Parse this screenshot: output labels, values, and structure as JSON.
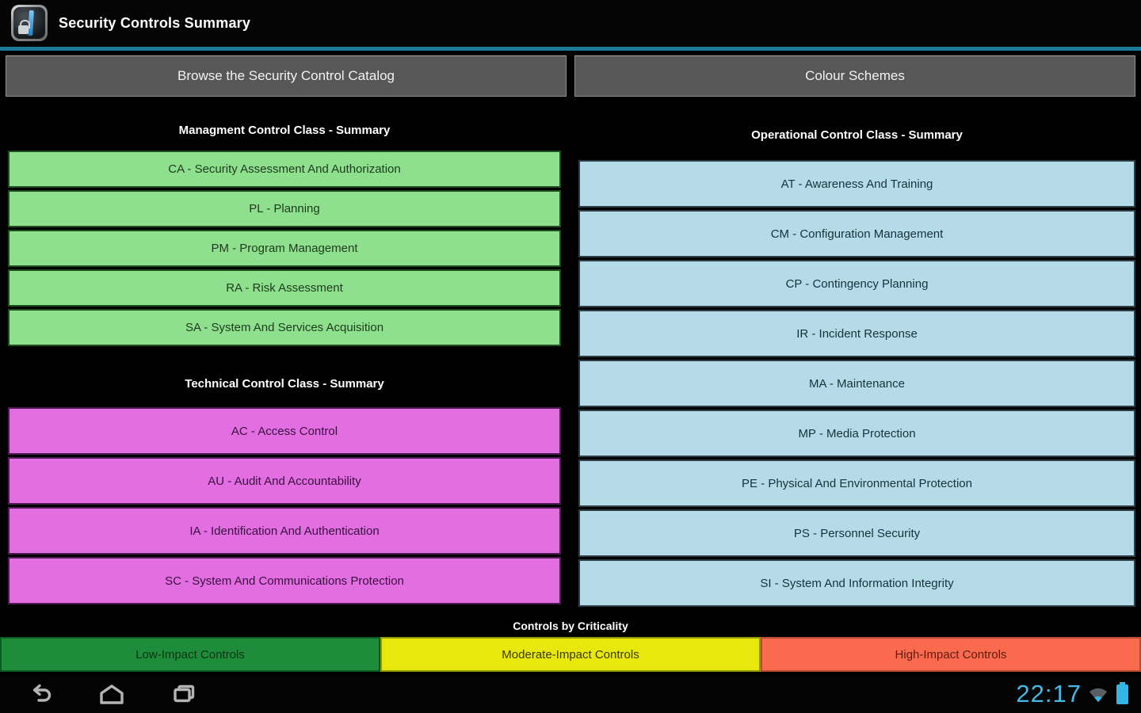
{
  "app": {
    "title": "Security Controls Summary"
  },
  "toolbar": {
    "browse_label": "Browse the Security Control Catalog",
    "colour_label": "Colour Schemes"
  },
  "sections": {
    "management": {
      "title": "Managment Control Class - Summary",
      "items": [
        "CA - Security Assessment And Authorization",
        "PL - Planning",
        "PM - Program Management",
        "RA - Risk Assessment",
        "SA - System And Services Acquisition"
      ]
    },
    "technical": {
      "title": "Technical Control Class - Summary",
      "items": [
        "AC - Access Control",
        "AU - Audit And Accountability",
        "IA - Identification And Authentication",
        "SC - System And Communications Protection"
      ]
    },
    "operational": {
      "title": "Operational Control Class - Summary",
      "items": [
        "AT - Awareness And Training",
        "CM - Configuration Management",
        "CP - Contingency Planning",
        "IR - Incident Response",
        "MA - Maintenance",
        "MP - Media Protection",
        "PE - Physical And Environmental Protection",
        "PS - Personnel Security",
        "SI - System And Information Integrity"
      ]
    }
  },
  "criticality": {
    "title": "Controls by Criticality",
    "items": [
      {
        "label": "Low-Impact Controls"
      },
      {
        "label": "Moderate-Impact Controls"
      },
      {
        "label": "High-Impact Controls"
      }
    ]
  },
  "statusbar": {
    "time": "22:17",
    "icons": [
      "wifi-icon",
      "battery-icon"
    ]
  },
  "nav": {
    "icons": [
      "back-icon",
      "home-icon",
      "recents-icon"
    ]
  },
  "colors": {
    "accent_divider": "#1d7a99",
    "management_bg": "#8ee08e",
    "technical_bg": "#e26ee2",
    "operational_bg": "#b4dbe7",
    "low_bg": "#1f8c3b",
    "moderate_bg": "#e8e80c",
    "high_bg": "#f96a4f",
    "clock_blue": "#33b5e5"
  }
}
